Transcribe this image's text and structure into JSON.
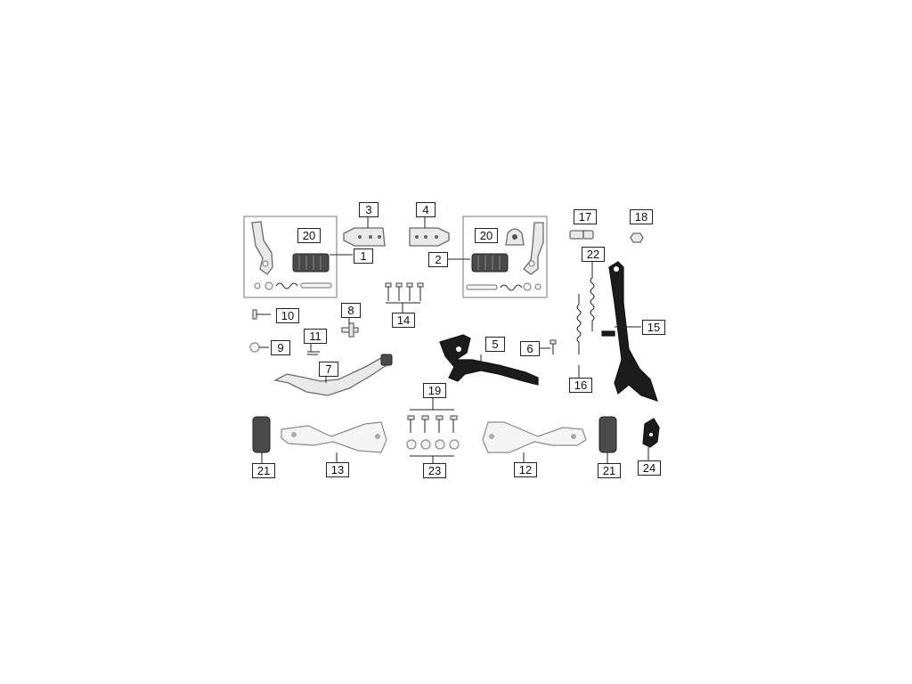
{
  "callouts": {
    "c1": "1",
    "c2": "2",
    "c3": "3",
    "c4": "4",
    "c5": "5",
    "c6": "6",
    "c7": "7",
    "c8": "8",
    "c9": "9",
    "c10": "10",
    "c11": "11",
    "c12": "12",
    "c13": "13",
    "c14": "14",
    "c15": "15",
    "c16": "16",
    "c17": "17",
    "c18": "18",
    "c19": "19",
    "c20a": "20",
    "c20b": "20",
    "c21a": "21",
    "c21b": "21",
    "c22": "22",
    "c23": "23",
    "c24": "24"
  },
  "colors": {
    "part_fill": "#e9e9e9",
    "part_stroke": "#6a6a6a",
    "dark_part": "#1c1c1c",
    "callout_border": "#222222"
  }
}
